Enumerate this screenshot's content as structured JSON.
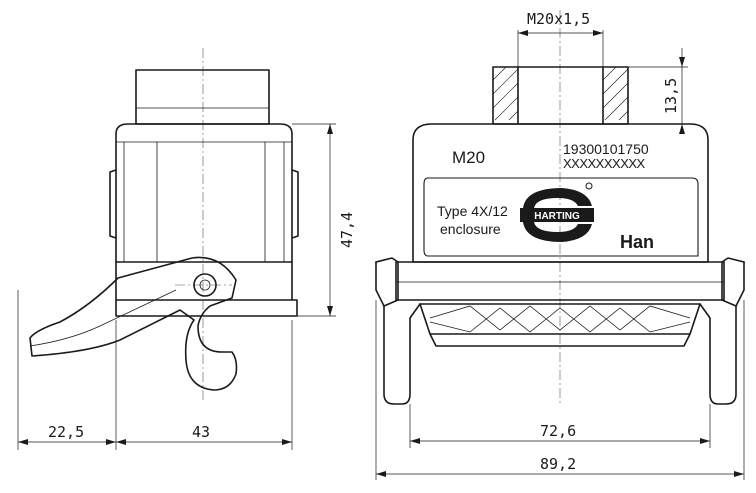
{
  "dimensions": {
    "thread": "M20x1,5",
    "thread_height": "13,5",
    "side_height": "47,4",
    "lever_reach": "22,5",
    "side_width": "43",
    "inner_width": "72,6",
    "total_width": "89,2"
  },
  "housing_labels": {
    "entry_size": "M20",
    "part_number": "19300101750",
    "serial_placeholder": "XXXXXXXXXX",
    "type_line1": "Type 4X/12",
    "type_line2": "enclosure",
    "brand": "HARTING",
    "series": "Han"
  }
}
